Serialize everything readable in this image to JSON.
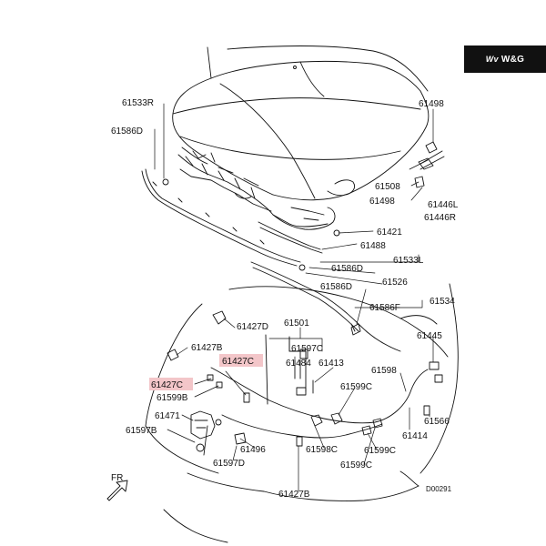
{
  "brand": {
    "logo_text": "W&G",
    "logo_mark": "Wv"
  },
  "drawing_code": "D00291",
  "direction": {
    "label": "FR"
  },
  "colors": {
    "highlight": "#f3c6c9",
    "line": "#111111",
    "badge": "#111111"
  },
  "parts": {
    "p61533R": "61533R",
    "p61586D_top": "61586D",
    "p61498_top": "61498",
    "p61508": "61508",
    "p61498_mid": "61498",
    "p61446L": "61446L",
    "p61446R": "61446R",
    "p61421": "61421",
    "p61488": "61488",
    "p61533L": "61533L",
    "p61586D_a": "61586D",
    "p61526": "61526",
    "p61586D_b": "61586D",
    "p61534": "61534",
    "p61586F": "61586F",
    "p61427D": "61427D",
    "p61501": "61501",
    "p61427B_left": "61427B",
    "p61597C_top": "61597C",
    "p61427C_hl_a": "61427C",
    "p61484": "61484",
    "p61413": "61413",
    "p61445": "61445",
    "p61427C_hl_b": "61427C",
    "p61598": "61598",
    "p61599B": "61599B",
    "p61599C_a": "61599C",
    "p61471": "61471",
    "p61566": "61566",
    "p61597B": "61597B",
    "p61414": "61414",
    "p61496": "61496",
    "p61598C": "61598C",
    "p61599C_b": "61599C",
    "p61597D": "61597D",
    "p61599C_c": "61599C",
    "p61427B_bottom": "61427B"
  }
}
